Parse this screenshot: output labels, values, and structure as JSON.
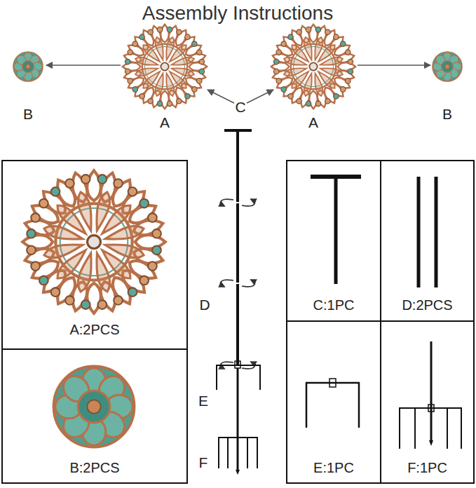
{
  "diagram": {
    "title": "Assembly Instructions",
    "nodes": [
      {
        "text": [
          "A:2PCS"
        ]
      },
      {
        "text": [
          "C:1PC"
        ]
      },
      {
        "text": [
          "D:2PCS"
        ]
      },
      {
        "text": [
          "E:1PC"
        ]
      },
      {
        "text": [
          "F:1PC"
        ]
      },
      {
        "text": [
          "B:2PCS"
        ]
      }
    ],
    "labels": [
      "B",
      "A",
      "C",
      "A",
      "B",
      "D",
      "E",
      "F"
    ]
  }
}
